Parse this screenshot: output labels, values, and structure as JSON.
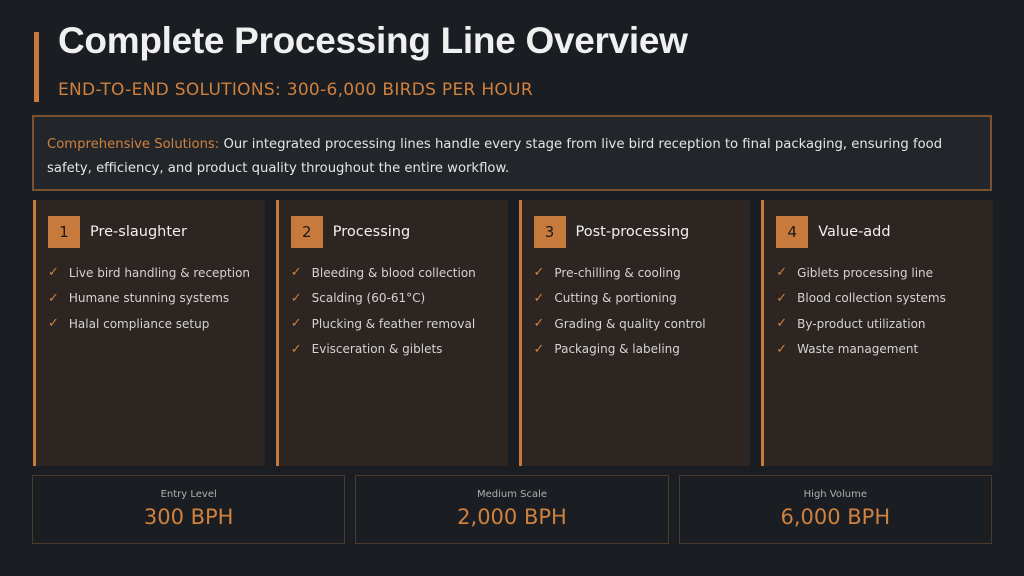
{
  "title": "Complete Processing Line Overview",
  "subtitle": "END-TO-END SOLUTIONS: 300-6,000 BIRDS PER HOUR",
  "intro": {
    "highlight": "Comprehensive Solutions:",
    "text": " Our integrated processing lines handle every stage from live bird reception to final packaging, ensuring food safety, efficiency, and product quality throughout the entire workflow."
  },
  "stages": [
    {
      "num": "1",
      "title": "Pre-slaughter",
      "items": [
        "Live bird handling & reception",
        "Humane stunning systems",
        "Halal compliance setup"
      ]
    },
    {
      "num": "2",
      "title": "Processing",
      "items": [
        "Bleeding & blood collection",
        "Scalding (60-61°C)",
        "Plucking & feather removal",
        "Evisceration & giblets"
      ]
    },
    {
      "num": "3",
      "title": "Post-processing",
      "items": [
        "Pre-chilling & cooling",
        "Cutting & portioning",
        "Grading & quality control",
        "Packaging & labeling"
      ]
    },
    {
      "num": "4",
      "title": "Value-add",
      "items": [
        "Giblets processing line",
        "Blood collection systems",
        "By-product utilization",
        "Waste management"
      ]
    }
  ],
  "stats": [
    {
      "label": "Entry Level",
      "value": "300 BPH"
    },
    {
      "label": "Medium Scale",
      "value": "2,000 BPH"
    },
    {
      "label": "High Volume",
      "value": "6,000 BPH"
    }
  ],
  "colors": {
    "accent": "#c87a3c",
    "background": "#1a1d21"
  }
}
